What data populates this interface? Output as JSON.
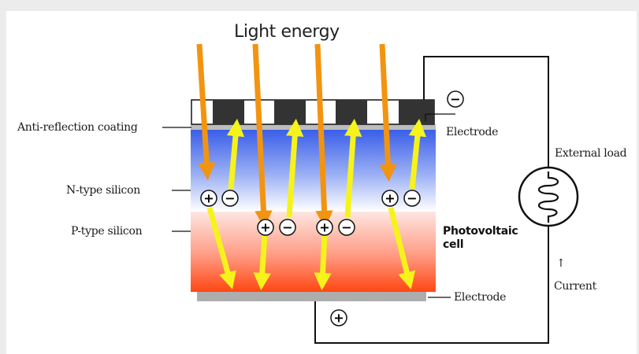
{
  "title": "Light energy",
  "labels": {
    "anti_reflection": "Anti-reflection coating",
    "n_type": "N-type silicon",
    "p_type": "P-type silicon",
    "electrode_top": "Electrode",
    "electrode_bottom": "Electrode",
    "external_load": "External load",
    "current_arrow": "↑",
    "current": "Current",
    "cell_line1": "Photovoltaic",
    "cell_line2": "cell"
  },
  "symbols": {
    "plus": "+",
    "minus": "−"
  },
  "colors": {
    "light_ray": "#f29410",
    "carrier_arrow": "#f6f31c",
    "n_layer_top": "#3a5ee8",
    "n_layer_bottom": "#ffffff",
    "p_layer_top": "#fde6e2",
    "p_layer_bottom": "#ff4712",
    "electrode": "#adadad",
    "contact_fingers": "#333333",
    "wire": "#111111"
  }
}
